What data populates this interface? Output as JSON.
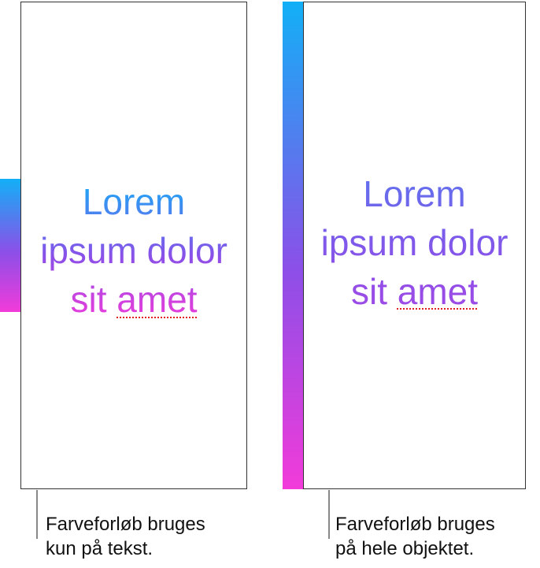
{
  "gradient": {
    "start": "#12b0f6",
    "middle": "#8c4fe8",
    "end": "#f23bd9"
  },
  "left_panel": {
    "text_lines": [
      "Lorem",
      "ipsum dolor",
      "sit"
    ],
    "underlined_word": "amet",
    "caption_lines": [
      "Farveforløb bruges",
      "kun på tekst."
    ]
  },
  "right_panel": {
    "text_lines": [
      "Lorem",
      "ipsum dolor",
      "sit"
    ],
    "underlined_word": "amet",
    "caption_lines": [
      "Farveforløb bruges",
      "på hele objektet."
    ]
  }
}
